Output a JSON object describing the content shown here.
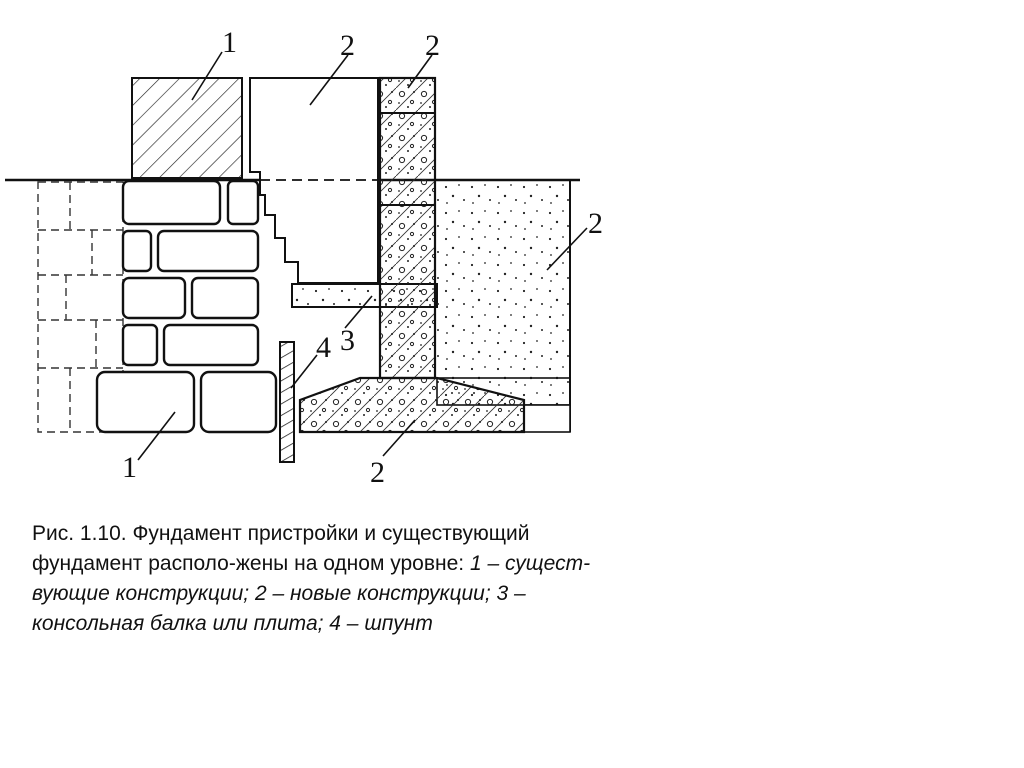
{
  "labels": {
    "old_wall": "1",
    "new_wall": "2",
    "new_column": "2",
    "soil": "2",
    "beam": "3",
    "sheet_pile": "4",
    "old_footing": "1",
    "new_footing": "2"
  },
  "caption": {
    "prefix": "Рис. 1.10. Фундамент пристройки и существующий фундамент располо-жены на одном уровне: ",
    "legend": "1 – сущест-вующие конструкции; 2 – новые конструкции; 3 – консольная балка или плита; 4 – шпунт"
  }
}
